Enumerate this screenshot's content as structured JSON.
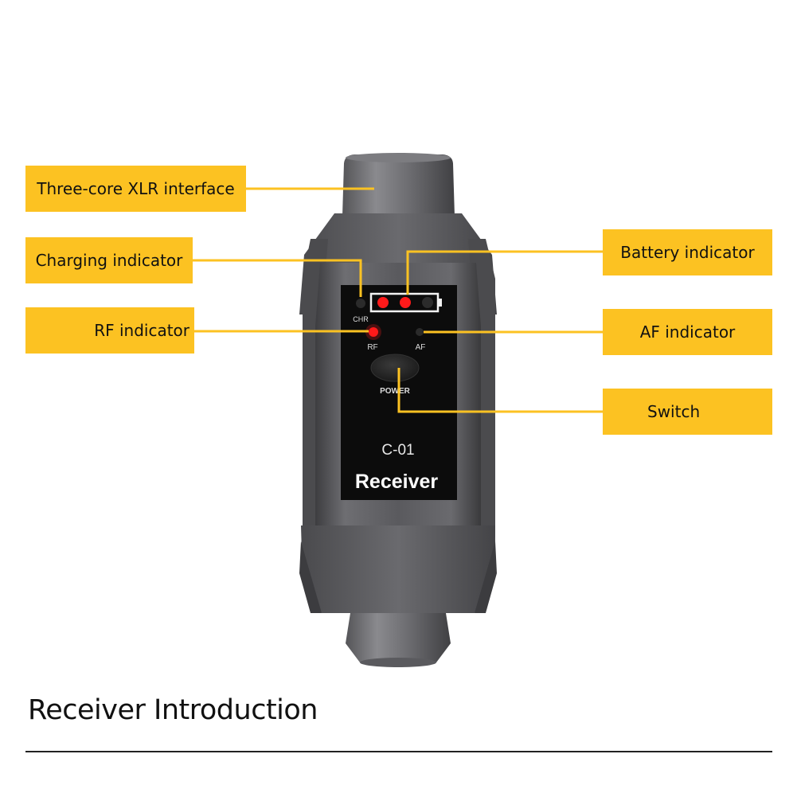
{
  "callouts": {
    "xlr": "Three-core XLR interface",
    "charging": "Charging indicator",
    "rf": "RF indicator",
    "battery": "Battery indicator",
    "af": "AF indicator",
    "switch": "Switch"
  },
  "device": {
    "chr_label": "CHR",
    "rf_label": "RF",
    "af_label": "AF",
    "power_label": "POWER",
    "model": "C-01",
    "name": "Receiver"
  },
  "footer": {
    "title": "Receiver Introduction"
  },
  "colors": {
    "callout_fill": "#fcc222",
    "leader_line": "#fcc222",
    "body_metal": "#5d5d60",
    "panel": "#0c0c0c",
    "led_red": "#ff1a1a"
  },
  "icons": {
    "power_button": "oval-button-icon",
    "battery_meter": "battery-icon"
  }
}
